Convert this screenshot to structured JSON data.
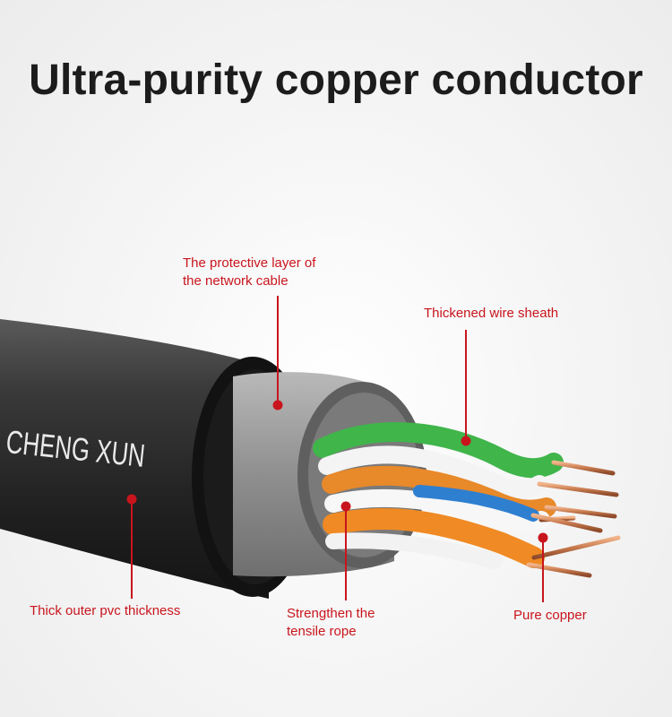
{
  "title": "Ultra-purity copper conductor",
  "brand_print": "CHENG XUN",
  "labels": {
    "protective_layer": [
      "The protective layer of",
      "the network cable"
    ],
    "wire_sheath": "Thickened wire sheath",
    "outer_pvc": "Thick outer pvc thickness",
    "tensile_rope": [
      "Strengthen the",
      "tensile rope"
    ],
    "pure_copper": "Pure copper"
  },
  "colors": {
    "accent": "#c8151d",
    "title": "#1c1c1c",
    "outer_jacket": "#2a2a2a",
    "inner_sheath": "#9a9a9a",
    "wire_green": "#3fb54a",
    "wire_orange": "#e8892a",
    "wire_blue": "#2f7fd0",
    "copper": "#c77a4e"
  }
}
